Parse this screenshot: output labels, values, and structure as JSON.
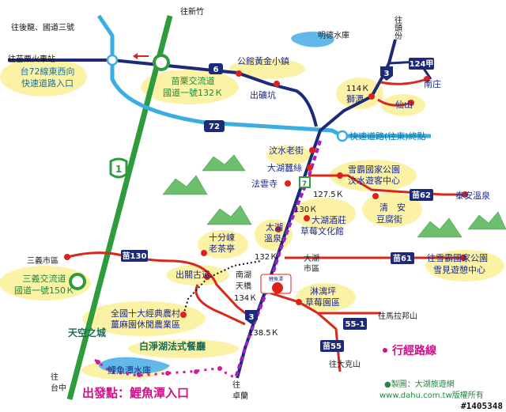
{
  "labels": {
    "north_longhu": "往後龍、國道三號",
    "north_xinzhu": "往新竹",
    "north_toufen": "往頭份",
    "mingde": "明德水庫",
    "miaoli_station": "往苗栗火車站",
    "road72_west1": "台72線東西向",
    "road72_west2": "快速道路入口",
    "interchange_miaoli1": "苗栗交流道",
    "interchange_miaoli2": "國道一號132Ｋ",
    "gongguan": "公館黃金小鎮",
    "chukuang": "出礦坑",
    "km114": "114Ｋ",
    "shitan": "獅潭",
    "nanzhuang": "南庄",
    "xianshan": "仙山",
    "road72_east": "快速道路(往東)終點",
    "wenshui": "汶水老街",
    "silk": "大湖蠶絲",
    "xuepa1": "雪霸國家公園",
    "xuepa2": "汶水遊客中心",
    "fayun": "法雲寺",
    "km127": "127.5Ｋ",
    "taian": "泰安溫泉",
    "km130": "130Ｋ",
    "winery1": "大湖酒莊",
    "winery2": "草莓文化館",
    "qingan1": "清　安",
    "qingan2": "豆腐街",
    "dahu_spring1": "太湖",
    "dahu_spring2": "溫泉",
    "dahu_area1": "大湖",
    "dahu_area2": "市區",
    "shifen1": "十分崠",
    "shifen2": "老茶亭",
    "km132": "132Ｋ",
    "sanyi_city": "三義市區",
    "sanyi_ic1": "三義交流道",
    "sanyi_ic2": "國道一號150Ｋ",
    "chuguan": "出關古道",
    "xuepa_east1": "往雪霸國家公園",
    "xuepa_east2": "雪見遊憩中心",
    "nanhu1": "南湖",
    "nanhu2": "天橋",
    "km134": "134Ｋ",
    "linliping1": "淋漓坪",
    "linliping2": "草莓園區",
    "farm1": "全國十大經典農村",
    "farm2": "薑麻園休閒農業區",
    "malabang": "往馬拉邦山",
    "tiankong": "天空之城",
    "restaurant": "白淨湖法式餐廳",
    "km138": "138.5Ｋ",
    "liyutan": "鯉魚潭水庫",
    "route_legend": "行經路線",
    "dakeshan": "往大克山",
    "taizhong1": "往",
    "taizhong2": "台中",
    "zhuolan1": "往",
    "zhuolan2": "卓蘭",
    "start_point": "出發點：鯉魚潭入口",
    "credit": "●製圖：大湖旅遊網",
    "website": "www.dahu.com.tw版權所有",
    "watermark": "#1405348",
    "inn_sign": "鯉魚潭"
  },
  "signs": {
    "r6": "6",
    "r72": "72",
    "r1": "1",
    "r3a": "3",
    "r3b": "3",
    "r124": "124甲",
    "r62": "苗62",
    "r61": "苗61",
    "r130": "苗130",
    "r551": "55-1",
    "r55": "苗55",
    "r7": "7"
  },
  "colors": {
    "navy_road": "#1c2a78",
    "cyan_road": "#3aaee0",
    "red_road": "#d8281c",
    "green_road": "#2e9b3c",
    "purple_route": "#a020c0",
    "ellipse": "#fbf2a6",
    "mountain": "#6cbf6c",
    "water": "#62b8e8"
  }
}
